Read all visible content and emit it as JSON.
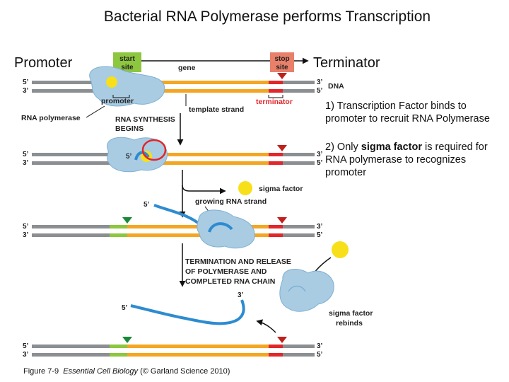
{
  "title": "Bacterial RNA Polymerase performs Transcription",
  "side_labels": {
    "promoter": "Promoter",
    "terminator": "Terminator"
  },
  "notes": {
    "n1": "1) Transcription Factor binds to promoter to recruit RNA Polymerase",
    "n2_before": "2) Only ",
    "n2_bold": "sigma factor",
    "n2_after": " is required for RNA polymerase to recognizes promoter"
  },
  "caption": {
    "figure": "Figure 7-9",
    "book": "Essential Cell Biology",
    "credit": "(© Garland Science 2010)"
  },
  "diagram": {
    "start_site_line1": "start",
    "start_site_line2": "site",
    "stop_site_line1": "stop",
    "stop_site_line2": "site",
    "gene": "gene",
    "dna": "DNA",
    "promoter": "promoter",
    "terminator": "terminator",
    "template_strand": "template strand",
    "rna_polymerase": "RNA polymerase",
    "rna_synthesis_line1": "RNA SYNTHESIS",
    "rna_synthesis_line2": "BEGINS",
    "sigma_factor": "sigma factor",
    "growing_rna_strand": "growing RNA strand",
    "termination_line1": "TERMINATION AND RELEASE",
    "termination_line2": "OF POLYMERASE AND",
    "termination_line3": "COMPLETED RNA CHAIN",
    "sigma_rebinds_line1": "sigma factor",
    "sigma_rebinds_line2": "rebinds",
    "five_prime": "5’",
    "three_prime": "3’"
  },
  "colors": {
    "dna_gray": "#8c8f92",
    "gene_orange": "#f4a623",
    "promoter_green": "#8dc63f",
    "terminator_red": "#e2262b",
    "polymerase_blue": "#a9cce3",
    "rna_blue": "#2e8bd0",
    "sigma_yellow": "#f7e019",
    "tag_salmon": "#e8806a"
  }
}
